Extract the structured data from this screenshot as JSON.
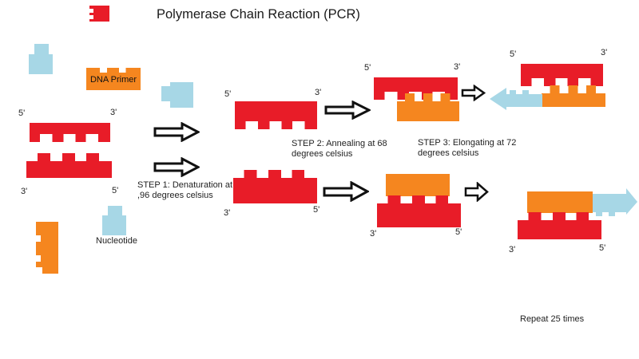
{
  "title": "Polymerase Chain Reaction (PCR)",
  "colors": {
    "red": "#e81c28",
    "orange": "#f5861f",
    "blue": "#a7d7e6",
    "ink": "#1f1f1f",
    "arrow_outline": "#111111"
  },
  "legend": {
    "dna_primer": "DNA Primer",
    "nucleotide": "Nucleotide"
  },
  "primes": {
    "five": "5'",
    "three": "3'"
  },
  "steps": [
    {
      "line1": "STEP 1: Denaturation at",
      "line2": ",96 degrees celsius"
    },
    {
      "line1": "STEP 2: Annealing at 68",
      "line2": "degrees celsius"
    },
    {
      "line1": "STEP 3: Elongating at 72",
      "line2": "degrees celsius"
    }
  ],
  "repeat_note": "Repeat 25 times"
}
